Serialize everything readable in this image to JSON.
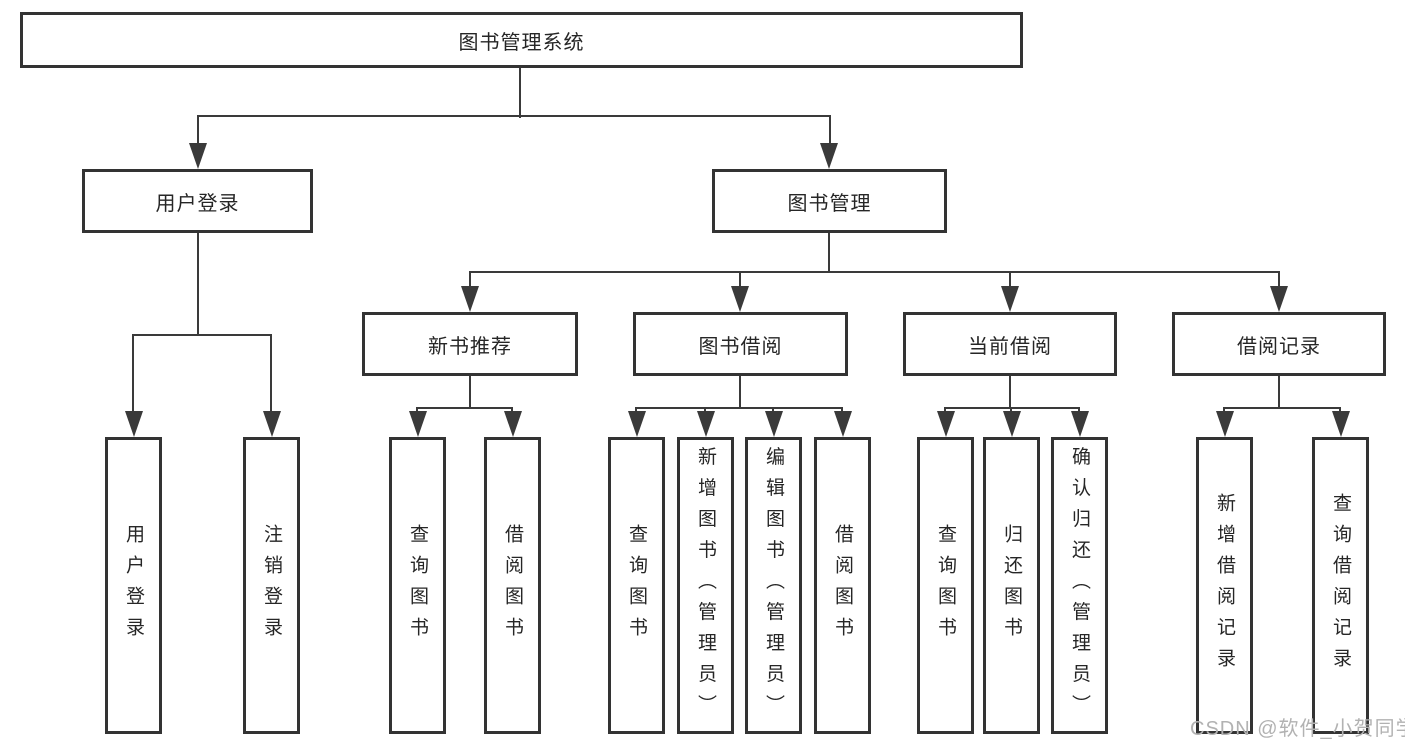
{
  "diagram": {
    "tree": {
      "label": "图书管理系统",
      "children": [
        {
          "label": "用户登录",
          "children": [
            {
              "label": "用户登录"
            },
            {
              "label": "注销登录"
            }
          ]
        },
        {
          "label": "图书管理",
          "children": [
            {
              "label": "新书推荐",
              "children": [
                {
                  "label": "查询图书"
                },
                {
                  "label": "借阅图书"
                }
              ]
            },
            {
              "label": "图书借阅",
              "children": [
                {
                  "label": "查询图书"
                },
                {
                  "label": "新增图书（管理员）"
                },
                {
                  "label": "编辑图书（管理员）"
                },
                {
                  "label": "借阅图书"
                }
              ]
            },
            {
              "label": "当前借阅",
              "children": [
                {
                  "label": "查询图书"
                },
                {
                  "label": "归还图书"
                },
                {
                  "label": "确认归还（管理员）"
                }
              ]
            },
            {
              "label": "借阅记录",
              "children": [
                {
                  "label": "新增借阅记录"
                },
                {
                  "label": "查询借阅记录"
                }
              ]
            }
          ]
        }
      ]
    }
  },
  "watermark": {
    "text": "CSDN @软件_小贺同学"
  },
  "colors": {
    "line": "#3a3a3a",
    "box_border": "#333333",
    "box_fill": "#ffffff",
    "text": "#262626",
    "background": "#ffffff",
    "watermark": "#b2b2b2"
  }
}
